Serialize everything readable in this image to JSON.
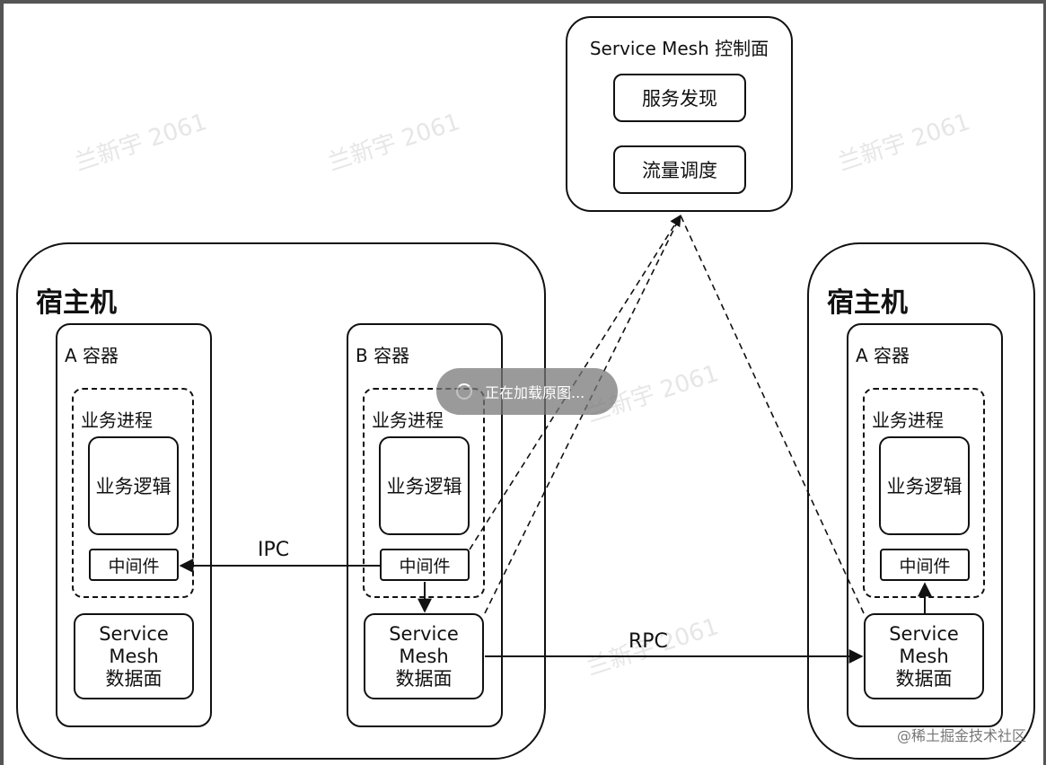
{
  "control_plane": {
    "title": "Service Mesh 控制面",
    "items": [
      "服务发现",
      "流量调度"
    ]
  },
  "hosts": [
    {
      "title": "宿主机",
      "containers": [
        {
          "title": "A 容器",
          "process": "业务进程",
          "logic": "业务逻辑",
          "middleware": "中间件",
          "mesh": [
            "Service",
            "Mesh",
            "数据面"
          ]
        },
        {
          "title": "B 容器",
          "process": "业务进程",
          "logic": "业务逻辑",
          "middleware": "中间件",
          "mesh": [
            "Service",
            "Mesh",
            "数据面"
          ]
        }
      ]
    },
    {
      "title": "宿主机",
      "containers": [
        {
          "title": "A 容器",
          "process": "业务进程",
          "logic": "业务逻辑",
          "middleware": "中间件",
          "mesh": [
            "Service",
            "Mesh",
            "数据面"
          ]
        }
      ]
    }
  ],
  "edges": {
    "ipc": "IPC",
    "rpc": "RPC"
  },
  "watermark": "兰新宇 2061",
  "loading_text": "正在加载原图...",
  "footer": "@稀土掘金技术社区"
}
